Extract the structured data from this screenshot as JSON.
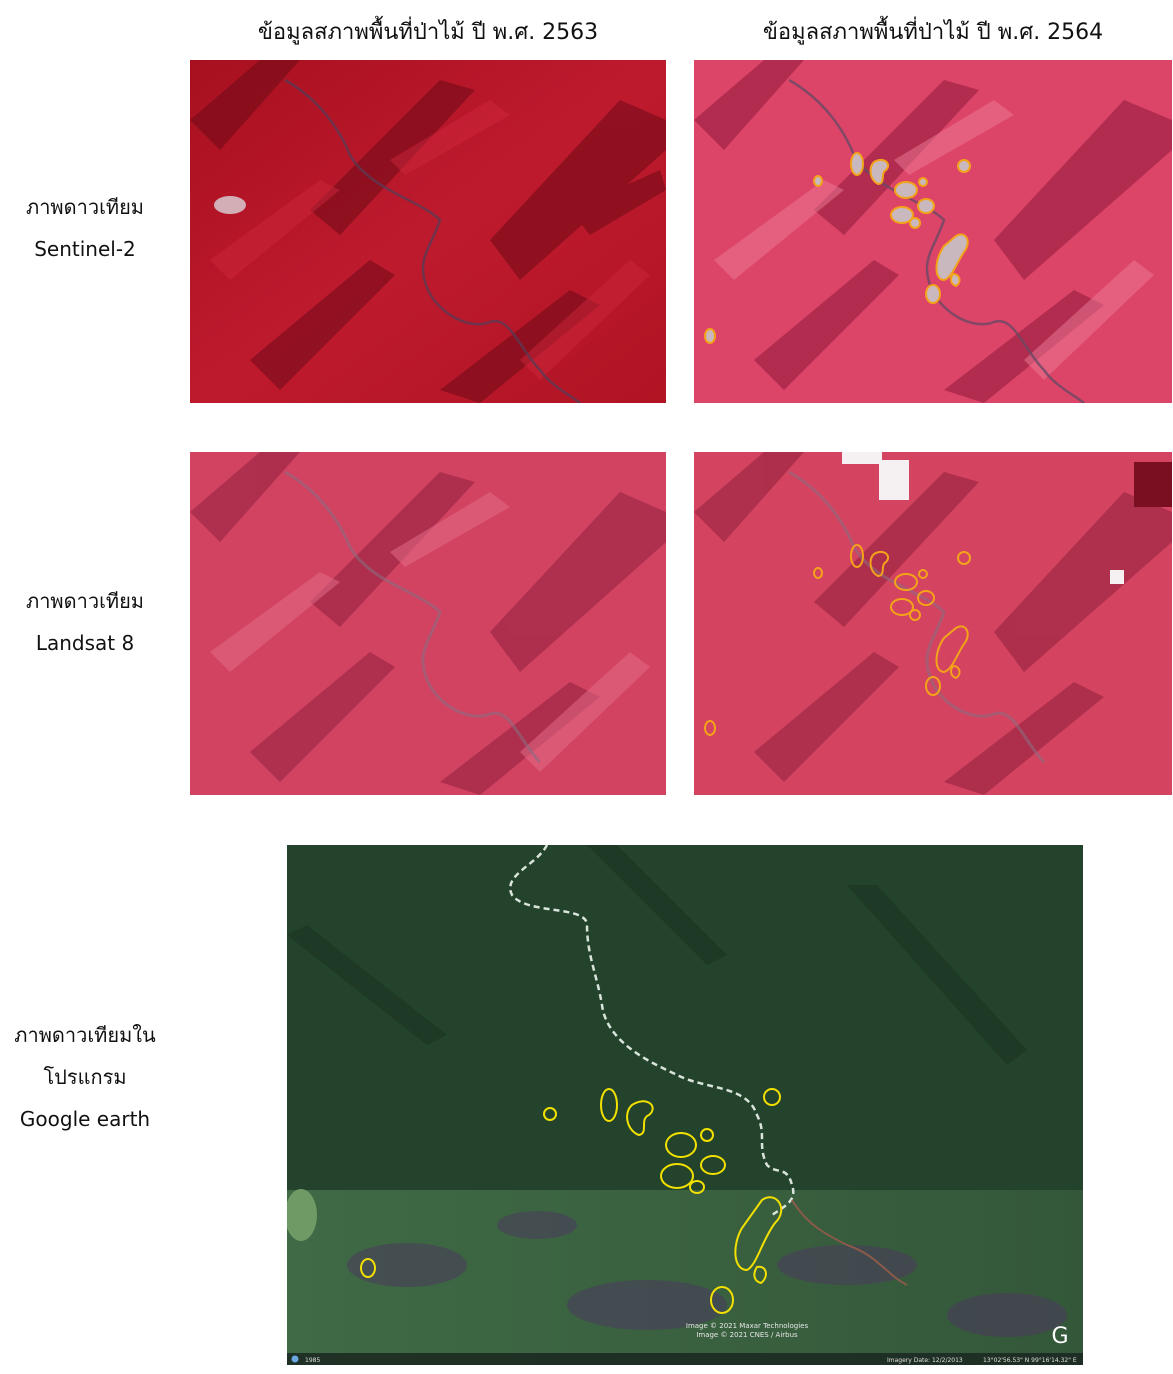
{
  "columns": {
    "year_2563": "ข้อมูลสภาพพื้นที่ป่าไม้ ปี พ.ศ. 2563",
    "year_2564": "ข้อมูลสภาพพื้นที่ป่าไม้ ปี พ.ศ. 2564"
  },
  "rows": {
    "sentinel": {
      "line1": "ภาพดาวเทียม",
      "line2": "Sentinel-2"
    },
    "landsat": {
      "line1": "ภาพดาวเทียม",
      "line2": "Landsat 8"
    },
    "google": {
      "line1": "ภาพดาวเทียมใน",
      "line2": "โปรแกรม",
      "line3": "Google earth"
    }
  },
  "google_earth": {
    "credit1": "Image © 2021 Maxar Technologies",
    "credit2": "Image © 2021 CNES / Airbus",
    "logo": "G",
    "status_left": "1985",
    "status_date": "Imagery Date: 12/2/2013",
    "status_coords": "13°02'56.53\" N   99°16'14.32\" E"
  },
  "colors": {
    "outline_yellow": "#f2e000",
    "outline_orange": "#f3a31a",
    "sentinel_2563": "#b8122a",
    "sentinel_2564": "#e0456a",
    "landsat": "#d43f5f",
    "google_forest": "#24432c"
  }
}
